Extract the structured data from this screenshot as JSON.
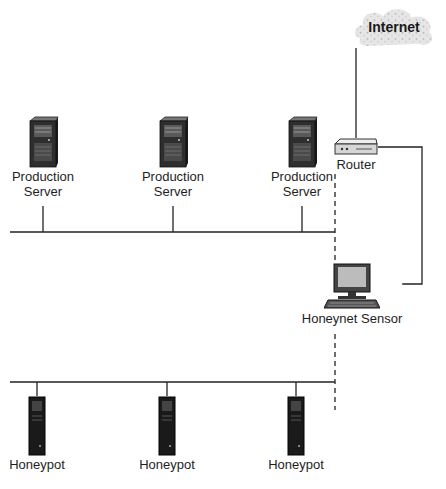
{
  "diagram": {
    "nodes": [
      {
        "text": [
          "Internet"
        ]
      },
      {
        "text": [
          "Production Server"
        ]
      },
      {
        "text": [
          "Production Server"
        ]
      },
      {
        "text": [
          "Production Server"
        ]
      },
      {
        "text": [
          "Router"
        ]
      },
      {
        "text": [
          "Honeynet Sensor"
        ]
      },
      {
        "text": [
          "Honeypot"
        ]
      },
      {
        "text": [
          "Honeypot"
        ]
      },
      {
        "text": [
          "Honeypot"
        ]
      }
    ],
    "edges": [
      {
        "from": 0,
        "to": 4,
        "arrow": "none"
      },
      {
        "from": 4,
        "to": 5,
        "arrow": "none"
      },
      {
        "from": 4,
        "to": 5,
        "arrow": "none"
      }
    ]
  }
}
